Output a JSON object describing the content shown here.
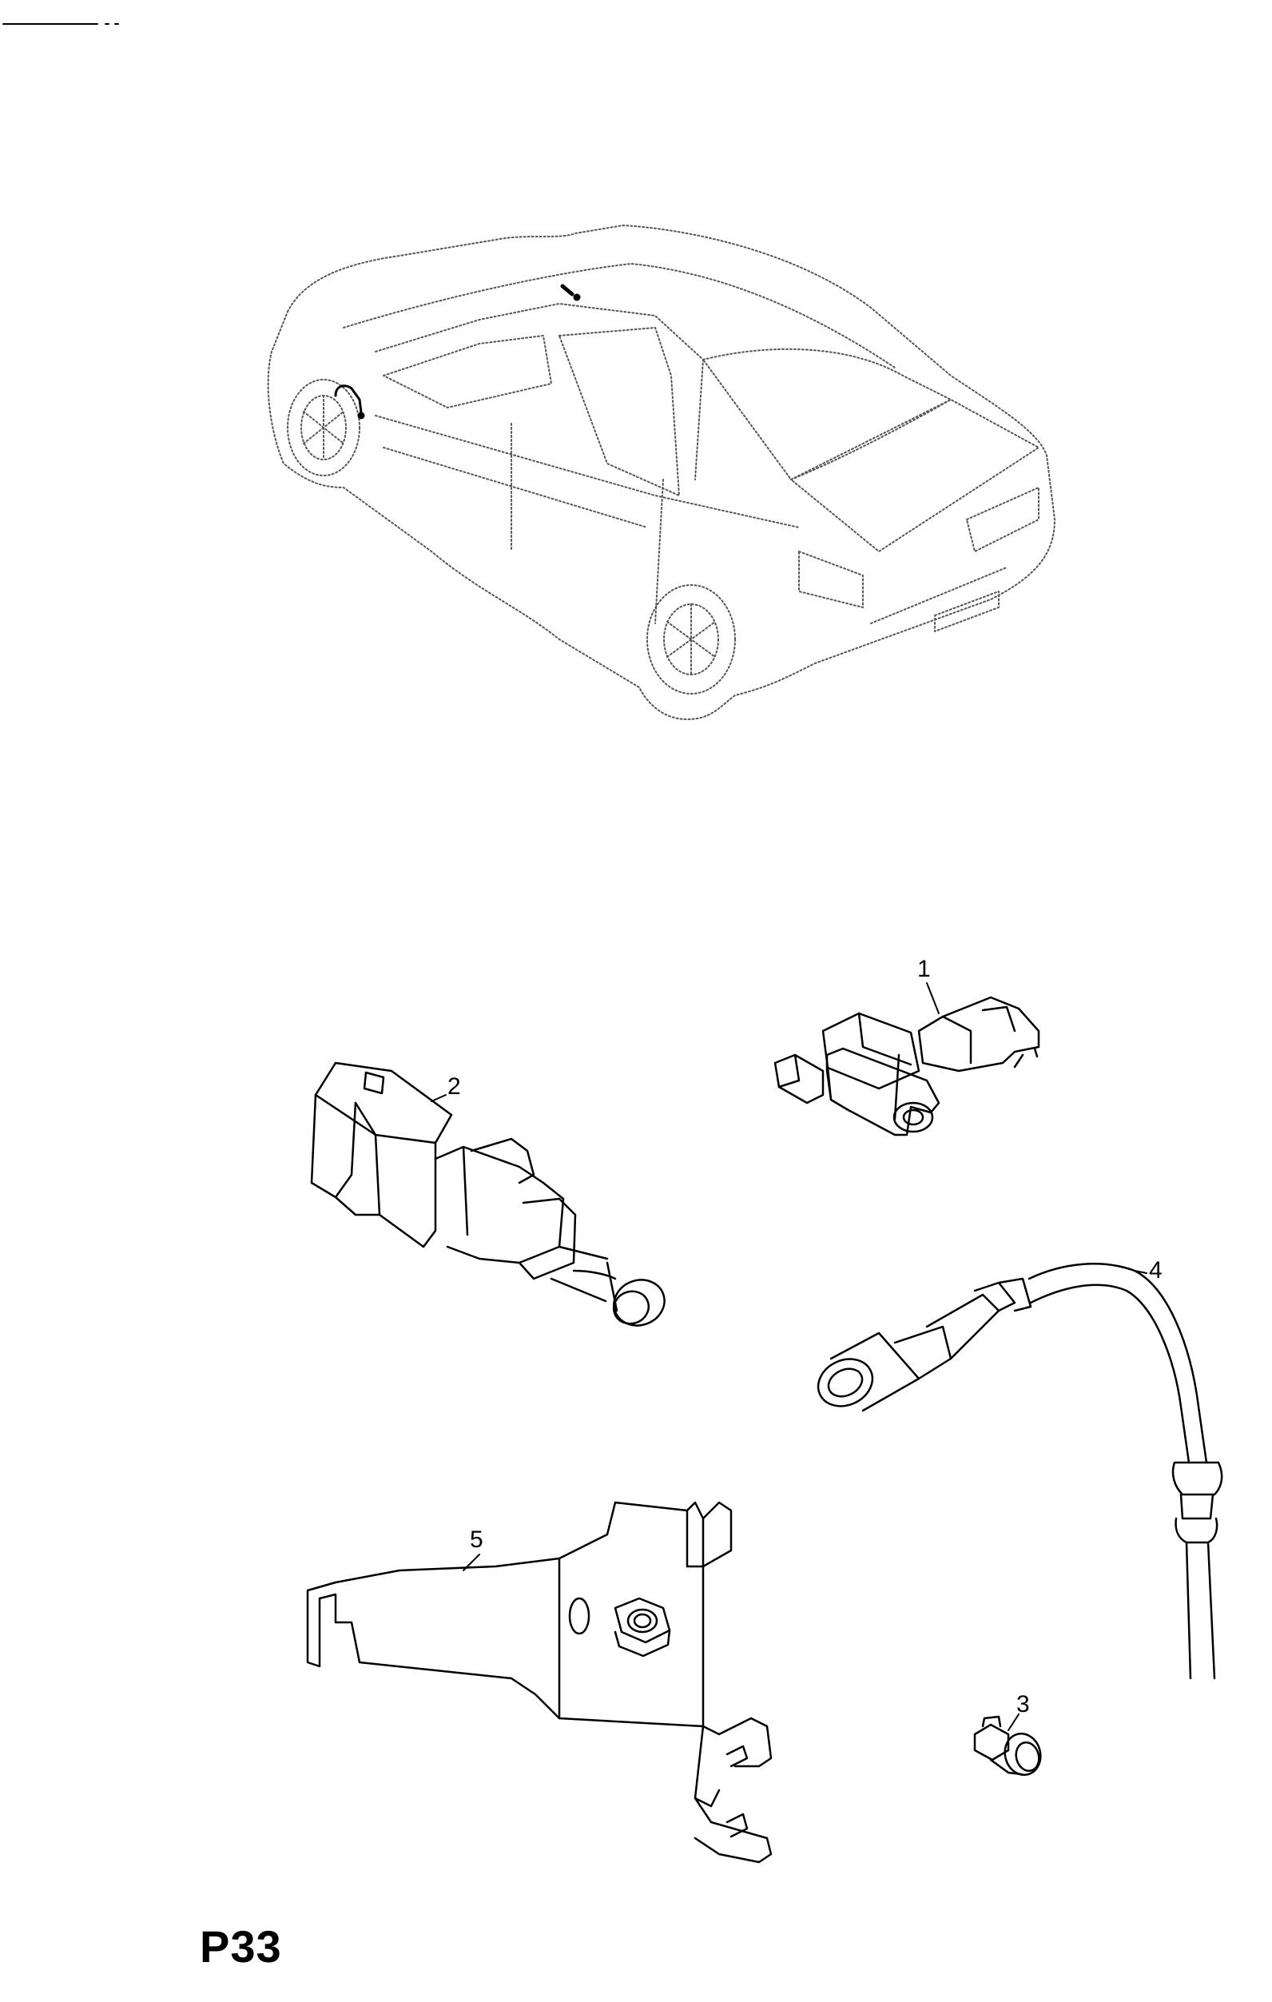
{
  "diagram": {
    "page_code": "P33",
    "callouts": [
      "1",
      "2",
      "3",
      "4",
      "5"
    ]
  },
  "style": {
    "line_color": "#000000",
    "background": "#ffffff"
  }
}
